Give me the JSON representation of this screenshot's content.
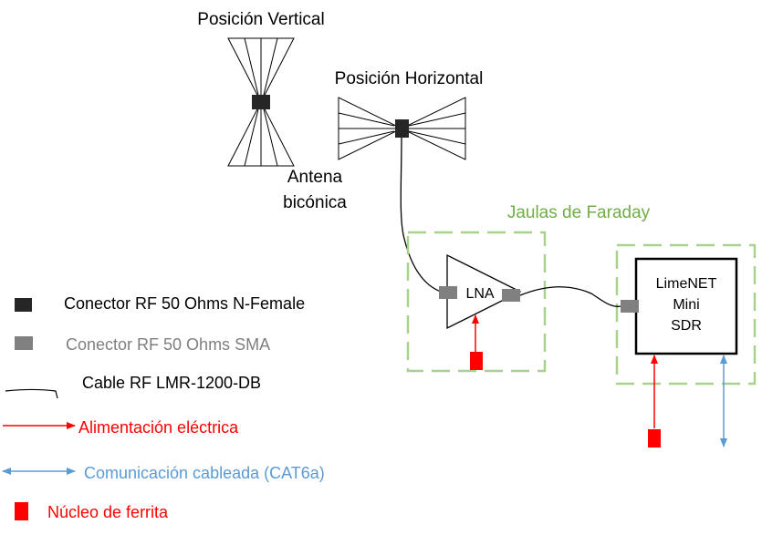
{
  "labels": {
    "vertical_position": "Posición Vertical",
    "horizontal_position": "Posición Horizontal",
    "antenna_line1": "Antena",
    "antenna_line2": "bicónica",
    "faraday_cages": "Jaulas de Faraday",
    "lna": "LNA",
    "sdr_line1": "LimeNET",
    "sdr_line2": "Mini",
    "sdr_line3": "SDR"
  },
  "legend": [
    {
      "key": "nfemale",
      "text": "Conector RF 50 Ohms N-Female",
      "color": "#000000"
    },
    {
      "key": "sma",
      "text": "Conector RF 50 Ohms SMA",
      "color": "#7f7f7f"
    },
    {
      "key": "cable",
      "text": "Cable RF LMR-1200-DB",
      "color": "#000000"
    },
    {
      "key": "power",
      "text": "Alimentación eléctrica",
      "color": "#ff0000"
    },
    {
      "key": "comm",
      "text": "Comunicación cableada (CAT6a)",
      "color": "#5b9bd5"
    },
    {
      "key": "ferrite",
      "text": "Núcleo de ferrita",
      "color": "#ff0000"
    }
  ],
  "colors": {
    "nfemale_connector": "#262626",
    "sma_connector": "#808080",
    "power_arrow": "#ff0000",
    "comm_arrow": "#5b9bd5",
    "ferrite_core": "#ff0000",
    "faraday_cage": "#a9d18e",
    "faraday_label": "#70ad47"
  }
}
